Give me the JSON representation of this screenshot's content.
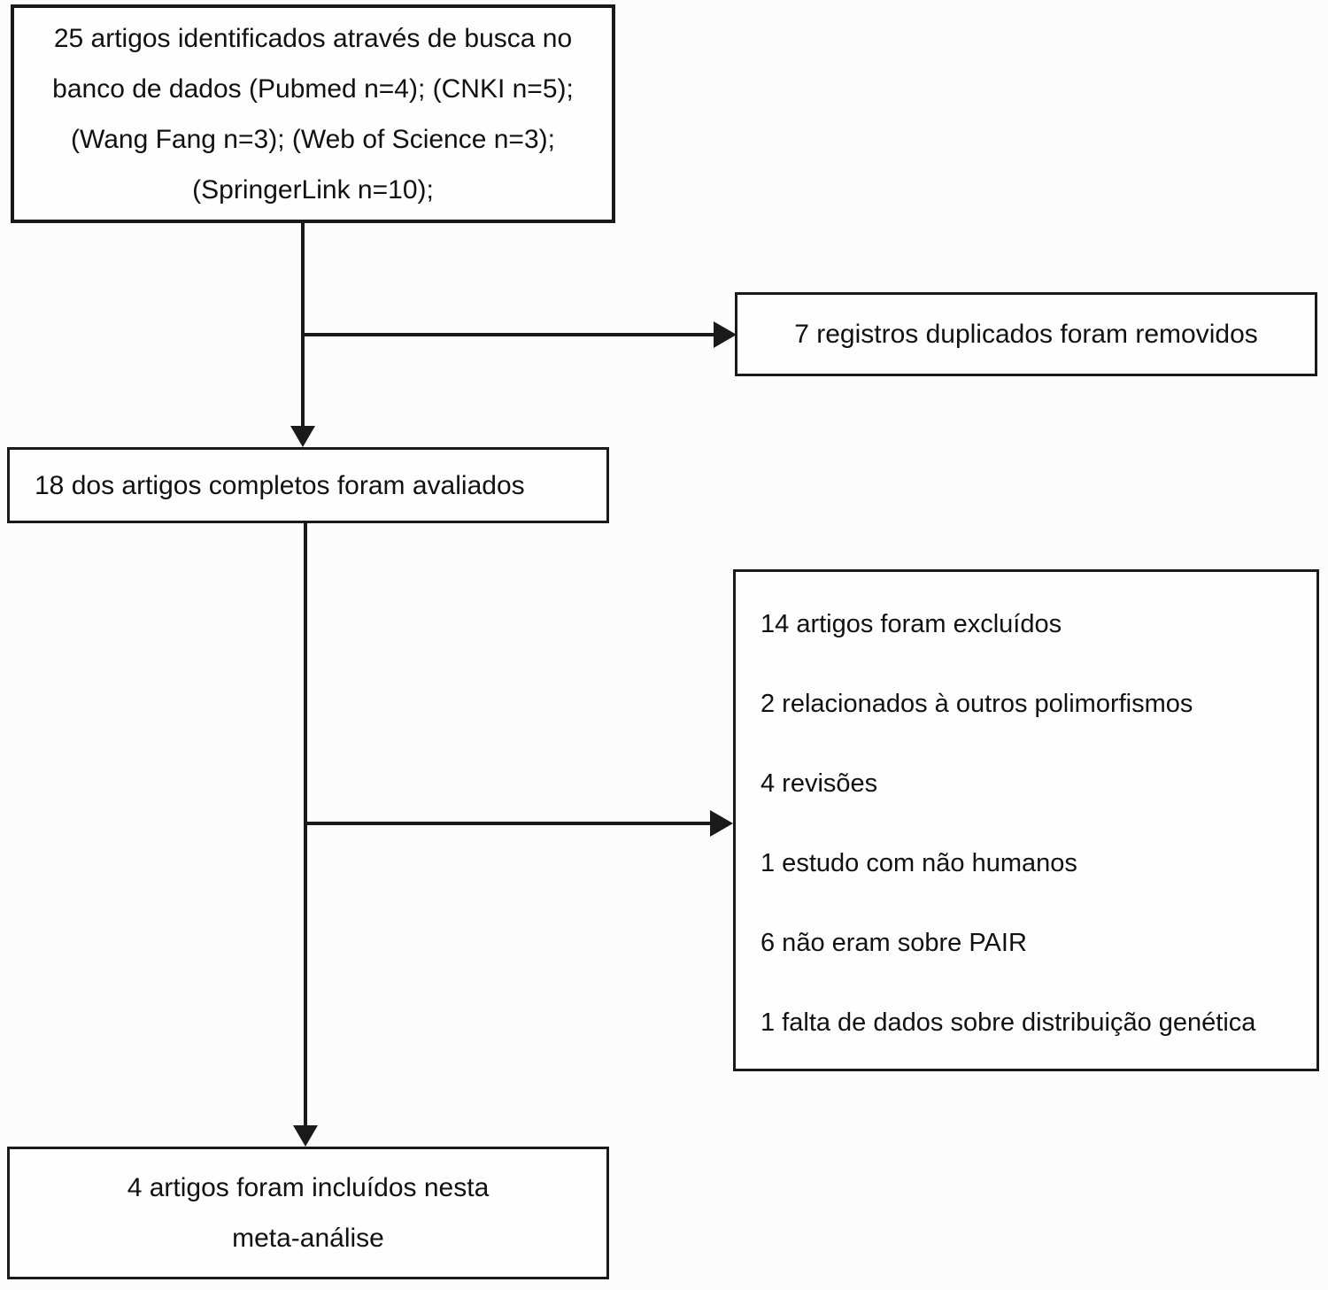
{
  "figure": {
    "type": "flowchart",
    "description": "Study selection flow diagram (meta-analysis, Portuguese)",
    "colors": {
      "background": "#fcfcfc",
      "box_fill": "#fefefe",
      "line": "#1a1a1a",
      "text": "#111111"
    },
    "boxes": {
      "identified": {
        "lines": [
          "25 artigos identificados através de busca no",
          "banco de dados (Pubmed n=4); (CNKI n=5);",
          "(Wang Fang n=3); (Web of Science n=3);",
          "(SpringerLink n=10);"
        ]
      },
      "duplicates_removed": {
        "text": "7 registros duplicados foram removidos"
      },
      "full_text_assessed": {
        "text": "18 dos artigos completos foram avaliados"
      },
      "excluded": {
        "lines": [
          "14 artigos foram excluídos",
          "2 relacionados à outros polimorfismos",
          "4 revisões",
          "1 estudo com não humanos",
          "6 não eram sobre PAIR",
          "1 falta de dados sobre distribuição genética"
        ]
      },
      "included": {
        "lines": [
          "4 artigos foram incluídos nesta",
          "meta-análise"
        ]
      }
    }
  }
}
